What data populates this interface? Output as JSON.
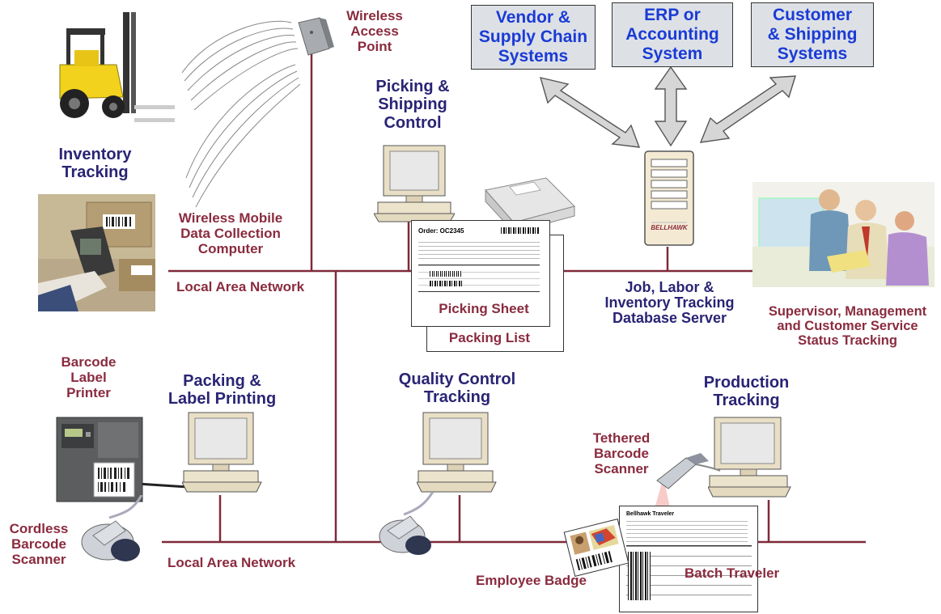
{
  "systems": {
    "vendor": [
      "Vendor &",
      "Supply Chain",
      "Systems"
    ],
    "erp": [
      "ERP or",
      "Accounting",
      "System"
    ],
    "customer": [
      "Customer",
      "& Shipping",
      "Systems"
    ]
  },
  "labels": {
    "wireless_ap": [
      "Wireless",
      "Access",
      "Point"
    ],
    "picking_control": [
      "Picking &",
      "Shipping",
      "Control"
    ],
    "inventory_tracking": [
      "Inventory",
      "Tracking"
    ],
    "wireless_mobile": [
      "Wireless Mobile",
      "Data Collection",
      "Computer"
    ],
    "lan_top": "Local Area Network",
    "lan_bottom": "Local Area Network",
    "picking_sheet": "Picking Sheet",
    "packing_list": "Packing List",
    "db_server": [
      "Job, Labor &",
      "Inventory Tracking",
      "Database Server"
    ],
    "supervisor": [
      "Supervisor, Management",
      "and Customer Service",
      "Status Tracking"
    ],
    "barcode_printer": [
      "Barcode",
      "Label",
      "Printer"
    ],
    "packing_label": [
      "Packing &",
      "Label Printing"
    ],
    "qc_tracking": [
      "Quality Control",
      "Tracking"
    ],
    "production_tracking": [
      "Production",
      "Tracking"
    ],
    "tethered_scanner": [
      "Tethered",
      "Barcode",
      "Scanner"
    ],
    "cordless_scanner": [
      "Cordless",
      "Barcode",
      "Scanner"
    ],
    "employee_badge": "Employee Badge",
    "batch_traveler": "Batch Traveler",
    "server_brand": "BELLHAWK",
    "order_number": "Order: OC2345",
    "traveler_title": "Bellhawk Traveler"
  },
  "colors": {
    "network_line": "#7f2a3a",
    "title_text": "#2a2474",
    "caption_text": "#8a2b3e",
    "system_text": "#1a3bd6",
    "system_box": "#dde1e6",
    "arrow_fill": "#d4d4d4"
  },
  "icons": [
    "forklift-icon",
    "access-point-icon",
    "handheld-scanner-icon",
    "computer-icon",
    "laser-printer-icon",
    "server-icon",
    "people-icon",
    "label-printer-icon",
    "cordless-scanner-icon",
    "tethered-scanner-icon",
    "badge-icon"
  ]
}
